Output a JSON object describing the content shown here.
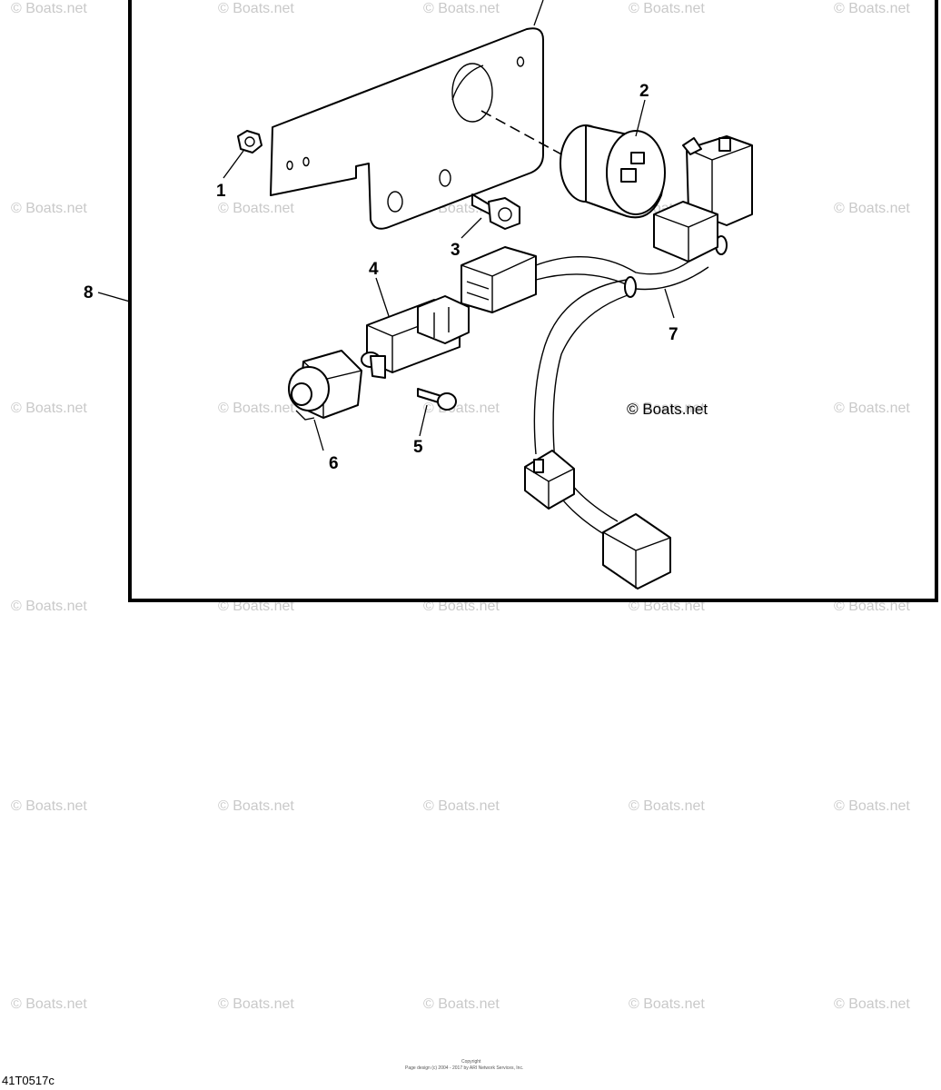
{
  "watermark": "© Boats.net",
  "callouts": {
    "c1": "1",
    "c2": "2",
    "c3": "3",
    "c4": "4",
    "c5": "5",
    "c6": "6",
    "c7": "7",
    "c8": "8"
  },
  "copyright_label": "© Boats.net",
  "footer": {
    "copyright_word": "Copyright",
    "copyright_fine": "Page design (c) 2004 - 2017 by ARI Network Services, Inc.",
    "figure_code": "41T0517c"
  }
}
